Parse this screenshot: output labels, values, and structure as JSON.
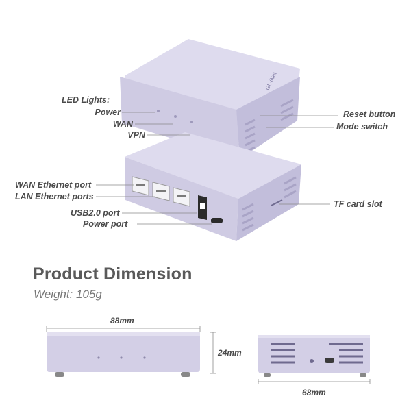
{
  "labels": {
    "led_lights": "LED Lights:",
    "power": "Power",
    "wan": "WAN",
    "vpn": "VPN",
    "reset_button": "Reset button",
    "mode_switch": "Mode switch",
    "wan_ethernet_port": "WAN Ethernet port",
    "lan_ethernet_ports": "LAN Ethernet ports",
    "usb_port": "USB2.0 port",
    "power_port": "Power port",
    "tf_card_slot": "TF card slot"
  },
  "dimension": {
    "title": "Product Dimension",
    "weight": "Weight: 105g",
    "width": "88mm",
    "height": "24mm",
    "depth": "68mm"
  },
  "colors": {
    "body": "#d6d3e8",
    "body_dark": "#b7b3cf",
    "line": "#8a8a8a",
    "text": "#4a4a4a"
  }
}
